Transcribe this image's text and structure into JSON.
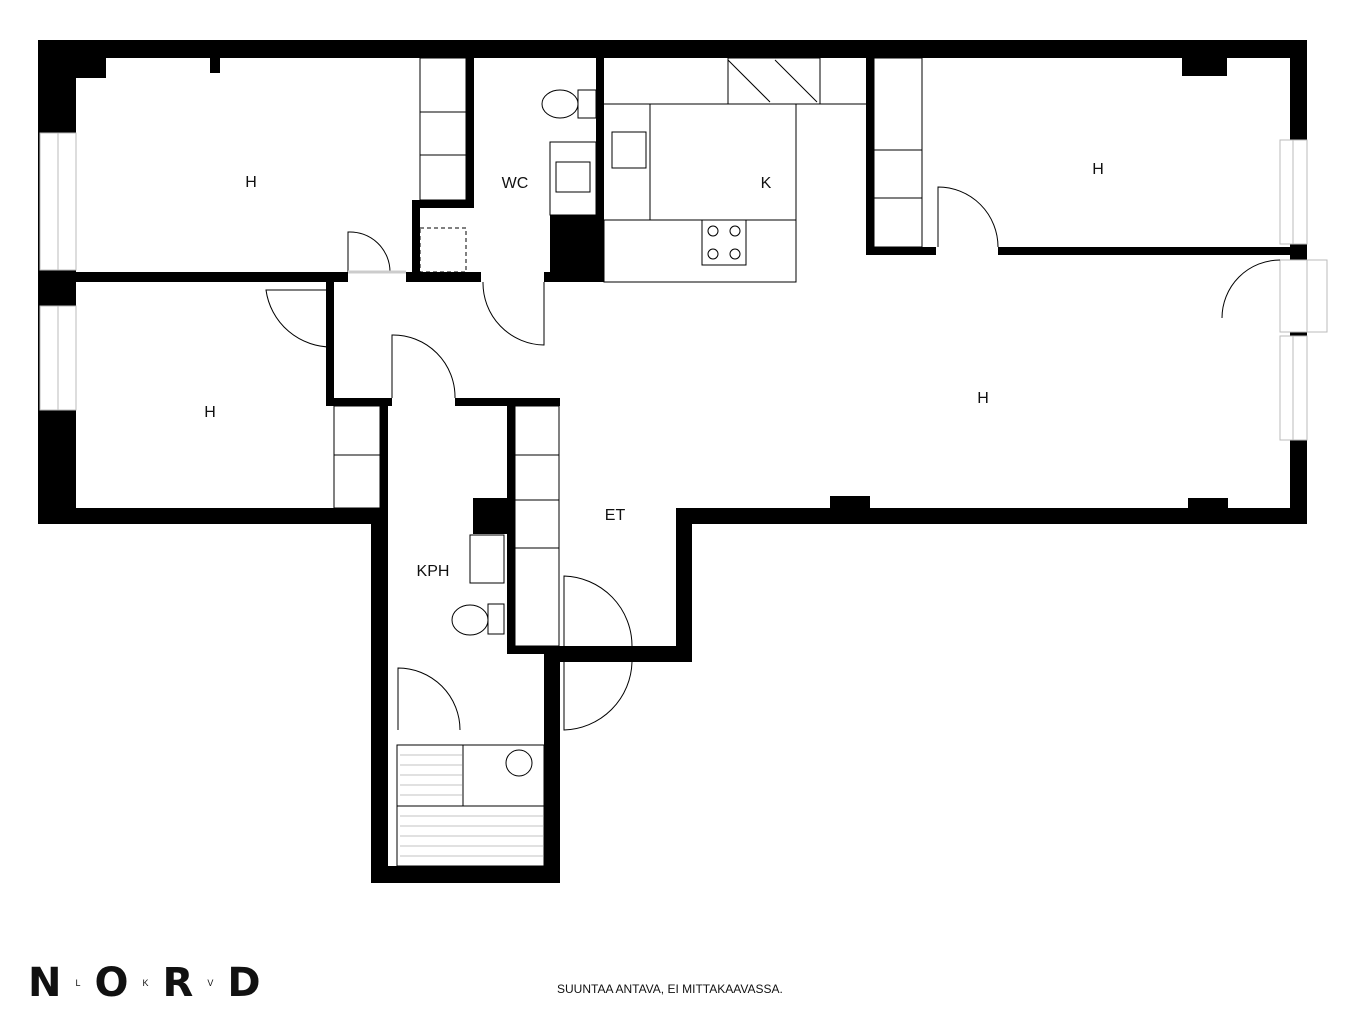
{
  "rooms": [
    {
      "label": "H"
    },
    {
      "label": "WC"
    },
    {
      "label": "K"
    },
    {
      "label": "H"
    },
    {
      "label": "H"
    },
    {
      "label": "H"
    },
    {
      "label": "ET"
    },
    {
      "label": "KPH"
    }
  ],
  "logo": {
    "letters": [
      "N",
      "L",
      "O",
      "K",
      "R",
      "V",
      "D"
    ]
  },
  "disclaimer": "SUUNTAA ANTAVA, EI MITTAKAAVASSA."
}
